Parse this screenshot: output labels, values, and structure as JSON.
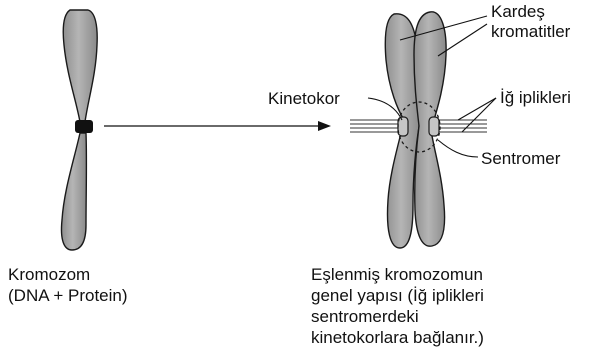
{
  "labels": {
    "kardes_line1": "Kardeş",
    "kardes_line2": "kromatitler",
    "kinetokor": "Kinetokor",
    "ig_iplikleri": "İğ iplikleri",
    "sentromer": "Sentromer"
  },
  "captions": {
    "left": [
      "Kromozom",
      "(DNA + Protein)"
    ],
    "right": [
      "Eşlenmiş kromozomun",
      "genel yapısı (İğ iplikleri",
      "sentromerdeki",
      "kinetokorlara bağlanır.)"
    ]
  },
  "colors": {
    "chromatid_fill": "#a9a9a9",
    "chromatid_shade": "#8c8c8c",
    "outline": "#1a1a1a",
    "kinetochore": "#c8c8c8",
    "centromere_band": "#111111"
  }
}
